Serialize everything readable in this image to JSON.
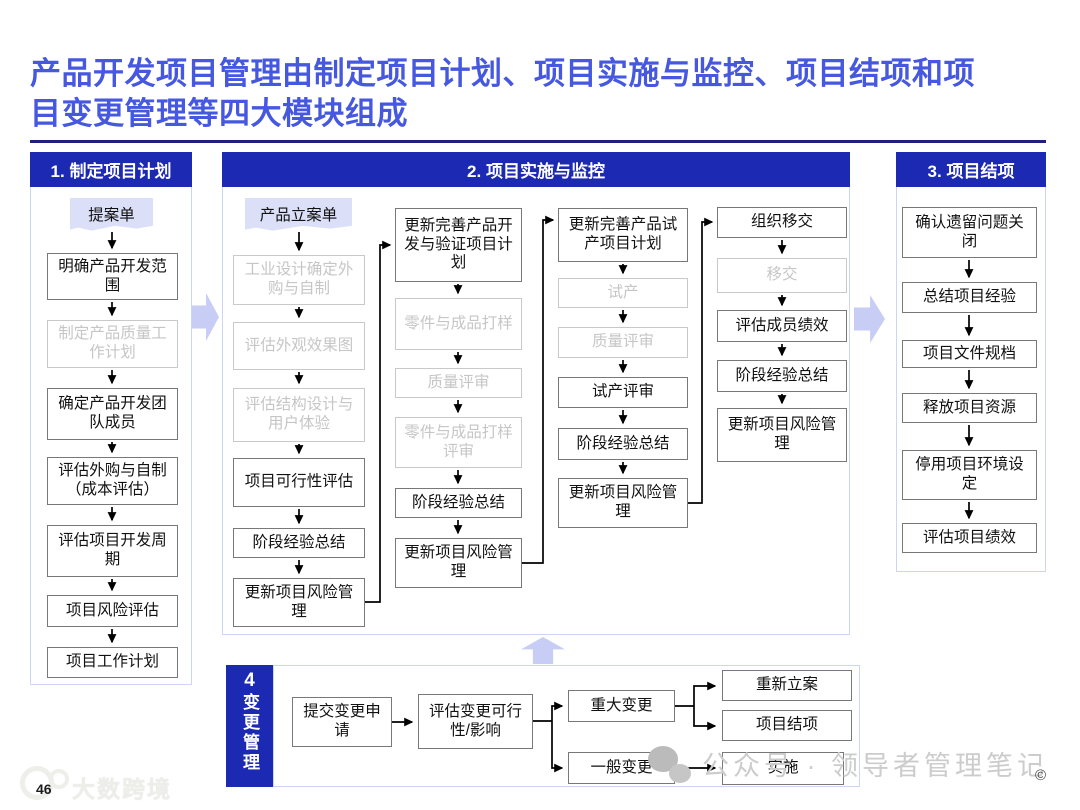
{
  "title": {
    "lines": [
      "产品开发项目管理由制定项目计划、项目实施与监控、项目结项和项",
      "目变更管理等四大模块组成"
    ]
  },
  "colors": {
    "header_bar": "#1c2ab3",
    "title_text": "#4657e0",
    "block_arrow": "#c7cdf5",
    "document_fill": "#dbe0f8",
    "dim_text": "#c6c6c6"
  },
  "sections": {
    "plan": {
      "header": "1. 制定项目计划",
      "document": "提案单",
      "steps": [
        {
          "label": "明确产品开发范围",
          "dim": false
        },
        {
          "label": "制定产品质量工作计划",
          "dim": true
        },
        {
          "label": "确定产品开发团队成员",
          "dim": false
        },
        {
          "label": "评估外购与自制（成本评估）",
          "dim": false
        },
        {
          "label": "评估项目开发周期",
          "dim": false
        },
        {
          "label": "项目风险评估",
          "dim": false
        },
        {
          "label": "项目工作计划",
          "dim": false
        }
      ]
    },
    "monitor": {
      "header": "2. 项目实施与监控",
      "document": "产品立案单",
      "col1": [
        {
          "label": "工业设计确定外购与自制",
          "dim": true
        },
        {
          "label": "评估外观效果图",
          "dim": true
        },
        {
          "label": "评估结构设计与用户体验",
          "dim": true
        },
        {
          "label": "项目可行性评估",
          "dim": false
        },
        {
          "label": "阶段经验总结",
          "dim": false
        },
        {
          "label": "更新项目风险管理",
          "dim": false
        }
      ],
      "col2": [
        {
          "label": "更新完善产品开发与验证项目计划",
          "dim": false
        },
        {
          "label": "零件与成品打样",
          "dim": true
        },
        {
          "label": "质量评审",
          "dim": true
        },
        {
          "label": "零件与成品打样评审",
          "dim": true
        },
        {
          "label": "阶段经验总结",
          "dim": false
        },
        {
          "label": "更新项目风险管理",
          "dim": false
        }
      ],
      "col3": [
        {
          "label": "更新完善产品试产项目计划",
          "dim": false
        },
        {
          "label": "试产",
          "dim": true
        },
        {
          "label": "质量评审",
          "dim": true
        },
        {
          "label": "试产评审",
          "dim": false
        },
        {
          "label": "阶段经验总结",
          "dim": false
        },
        {
          "label": "更新项目风险管理",
          "dim": false
        }
      ],
      "col4": [
        {
          "label": "组织移交",
          "dim": false
        },
        {
          "label": "移交",
          "dim": true
        },
        {
          "label": "评估成员绩效",
          "dim": false
        },
        {
          "label": "阶段经验总结",
          "dim": false
        },
        {
          "label": "更新项目风险管理",
          "dim": false
        }
      ]
    },
    "closing": {
      "header": "3. 项目结项",
      "steps": [
        {
          "label": "确认遗留问题关闭"
        },
        {
          "label": "总结项目经验"
        },
        {
          "label": "项目文件规档"
        },
        {
          "label": "释放项目资源"
        },
        {
          "label": "停用项目环境设定"
        },
        {
          "label": "评估项目绩效"
        }
      ]
    },
    "change": {
      "number": "4",
      "header": "变更管理",
      "submit": "提交变更申请",
      "evaluate": "评估变更可行性/影响",
      "major": "重大变更",
      "minor": "一般变更",
      "refile": "重新立案",
      "closeout": "项目结项",
      "implement": "实施"
    }
  },
  "footer": {
    "page_number": "46",
    "brand_watermark": "大数跨境",
    "account_watermark": "公众号 · 领导者管理笔记",
    "copyright": "©"
  }
}
